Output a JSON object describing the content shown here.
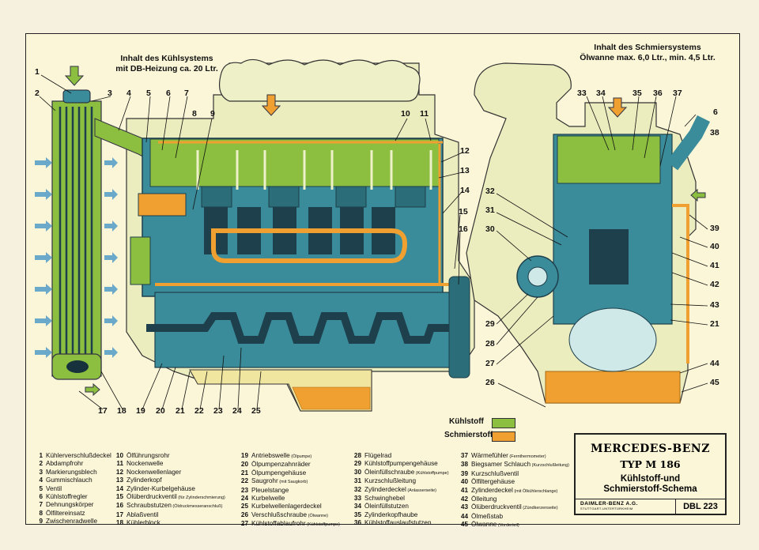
{
  "captions": {
    "cooling": [
      "Inhalt des Kühlsystems",
      "mit DB-Heizung ca. 20 Ltr."
    ],
    "oil": [
      "Inhalt des Schmiersystems",
      "Ölwanne max. 6,0 Ltr., min. 4,5 Ltr."
    ]
  },
  "legend": {
    "coolant": {
      "label": "Kühlstoff",
      "color": "#8cbf3f"
    },
    "lubricant": {
      "label": "Schmierstoff",
      "color": "#f0a030"
    }
  },
  "colors": {
    "coolant": "#8cbf3f",
    "oil": "#f0a030",
    "cutaway": "#3a8c9a",
    "housing": "#ecedbf",
    "block": "#1e3f4c"
  },
  "labels_left": [
    "1",
    "2",
    "3",
    "4",
    "5",
    "6",
    "7",
    "8",
    "9",
    "10",
    "11",
    "12",
    "13",
    "14",
    "15",
    "16",
    "17",
    "18",
    "19",
    "20",
    "21",
    "22",
    "23",
    "24",
    "25"
  ],
  "labels_right": [
    "33",
    "34",
    "35",
    "36",
    "37",
    "6",
    "38",
    "32",
    "31",
    "30",
    "39",
    "40",
    "41",
    "42",
    "43",
    "21",
    "29",
    "28",
    "27",
    "44",
    "45",
    "26"
  ],
  "parts": [
    {
      "n": "1",
      "t": "Kühlerverschlußdeckel"
    },
    {
      "n": "2",
      "t": "Abdampfrohr"
    },
    {
      "n": "3",
      "t": "Markierungsblech"
    },
    {
      "n": "4",
      "t": "Gummischlauch"
    },
    {
      "n": "5",
      "t": "Ventil"
    },
    {
      "n": "6",
      "t": "Kühlstoffregler"
    },
    {
      "n": "7",
      "t": "Dehnungskörper"
    },
    {
      "n": "8",
      "t": "Ölfiltereinsatz"
    },
    {
      "n": "9",
      "t": "Zwischenradwelle"
    },
    {
      "n": "10",
      "t": "Ölführungsrohr"
    },
    {
      "n": "11",
      "t": "Nockenwelle"
    },
    {
      "n": "12",
      "t": "Nockenwellenlager"
    },
    {
      "n": "13",
      "t": "Zylinderkopf"
    },
    {
      "n": "14",
      "t": "Zylinder-Kurbelgehäuse"
    },
    {
      "n": "15",
      "t": "Ölüberdruckventil",
      "s": "(für Zylinderschmierung)"
    },
    {
      "n": "16",
      "t": "Schraubstutzen",
      "s": "(Öldruckmesseranschluß)"
    },
    {
      "n": "17",
      "t": "Ablaßventil"
    },
    {
      "n": "18",
      "t": "Kühlerblock"
    },
    {
      "n": "19",
      "t": "Antriebswelle",
      "s": "(Ölpumpe)"
    },
    {
      "n": "20",
      "t": "Ölpumpenzahnräder"
    },
    {
      "n": "21",
      "t": "Ölpumpengehäuse"
    },
    {
      "n": "22",
      "t": "Saugrohr",
      "s": "(mit Saugkorb)"
    },
    {
      "n": "23",
      "t": "Pleuelstange"
    },
    {
      "n": "24",
      "t": "Kurbelwelle"
    },
    {
      "n": "25",
      "t": "Kurbelwellenlagerdeckel"
    },
    {
      "n": "26",
      "t": "Verschlußschraube",
      "s": "(Ölwanne)"
    },
    {
      "n": "27",
      "t": "Kühlstoffablaufrohr",
      "s": "(Kühlstoffpumpe)"
    },
    {
      "n": "28",
      "t": "Flügelrad"
    },
    {
      "n": "29",
      "t": "Kühlstoffpumpengehäuse"
    },
    {
      "n": "30",
      "t": "Öleinfüllschraube",
      "s": "(Kühlstoffpumpe)"
    },
    {
      "n": "31",
      "t": "Kurzschlußleitung"
    },
    {
      "n": "32",
      "t": "Zylinderdeckel",
      "s": "(Anlasserseite)"
    },
    {
      "n": "33",
      "t": "Schwinghebel"
    },
    {
      "n": "34",
      "t": "Öleinfüllstutzen"
    },
    {
      "n": "35",
      "t": "Zylinderkopfhaube"
    },
    {
      "n": "36",
      "t": "Kühlstoffauslaufstutzen"
    },
    {
      "n": "37",
      "t": "Wärmefühler",
      "s": "(Fernthermometer)"
    },
    {
      "n": "38",
      "t": "Biegsamer Schlauch",
      "s": "(Kurzschlußleitung)"
    },
    {
      "n": "39",
      "t": "Kurzschlußventil"
    },
    {
      "n": "40",
      "t": "Ölfiltergehäuse"
    },
    {
      "n": "41",
      "t": "Zylinderdeckel",
      "s": "(mit Ölkühlerschlange)"
    },
    {
      "n": "42",
      "t": "Ölleitung"
    },
    {
      "n": "43",
      "t": "Ölüberdruckventil",
      "s": "(Zündkerzenseite)"
    },
    {
      "n": "44",
      "t": "Ölmeßstab"
    },
    {
      "n": "45",
      "t": "Ölwanne",
      "s": "(Vorderteil)"
    }
  ],
  "title": {
    "brand": "MERCEDES-BENZ",
    "type": "TYP M 186",
    "subtitle1": "Kühlstoff-und",
    "subtitle2": "Schmierstoff-Schema",
    "maker": "DAIMLER-BENZ A.G.",
    "maker_sub": "STUTTGART-UNTERTÜRKHEIM",
    "code": "DBL 223"
  }
}
